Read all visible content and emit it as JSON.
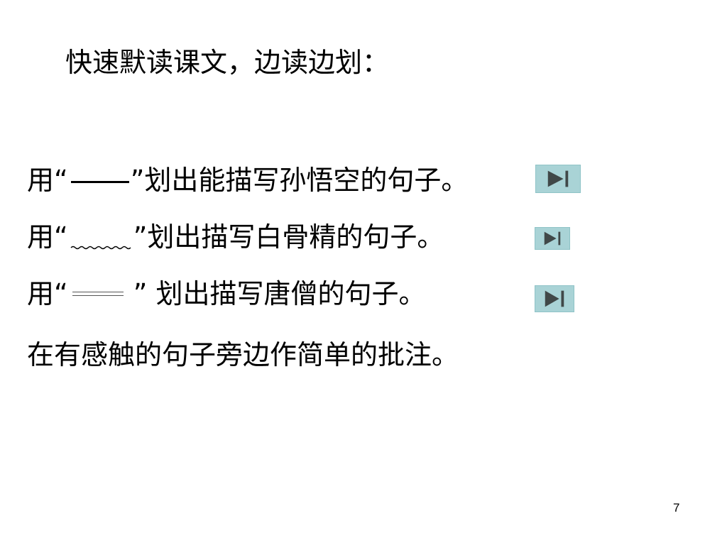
{
  "slide": {
    "heading": "快速默读课文，边读边划：",
    "instructions": [
      {
        "prefix": "用“",
        "suffix": "”划出能描写孙悟空的句子。",
        "button_icon": "skip-to-end-icon"
      },
      {
        "prefix": "用“",
        "suffix": "”划出描写白骨精的句子。",
        "button_icon": "skip-to-end-icon"
      },
      {
        "prefix": "用“",
        "suffix": " ” 划出描写唐僧的句子。",
        "button_icon": "skip-to-end-icon"
      }
    ],
    "annotation_instruction": "在有感触的句子旁边作简单的批注。",
    "page_number": "7"
  },
  "colors": {
    "button_background": "#a9d3d6",
    "button_icon": "#404848"
  }
}
